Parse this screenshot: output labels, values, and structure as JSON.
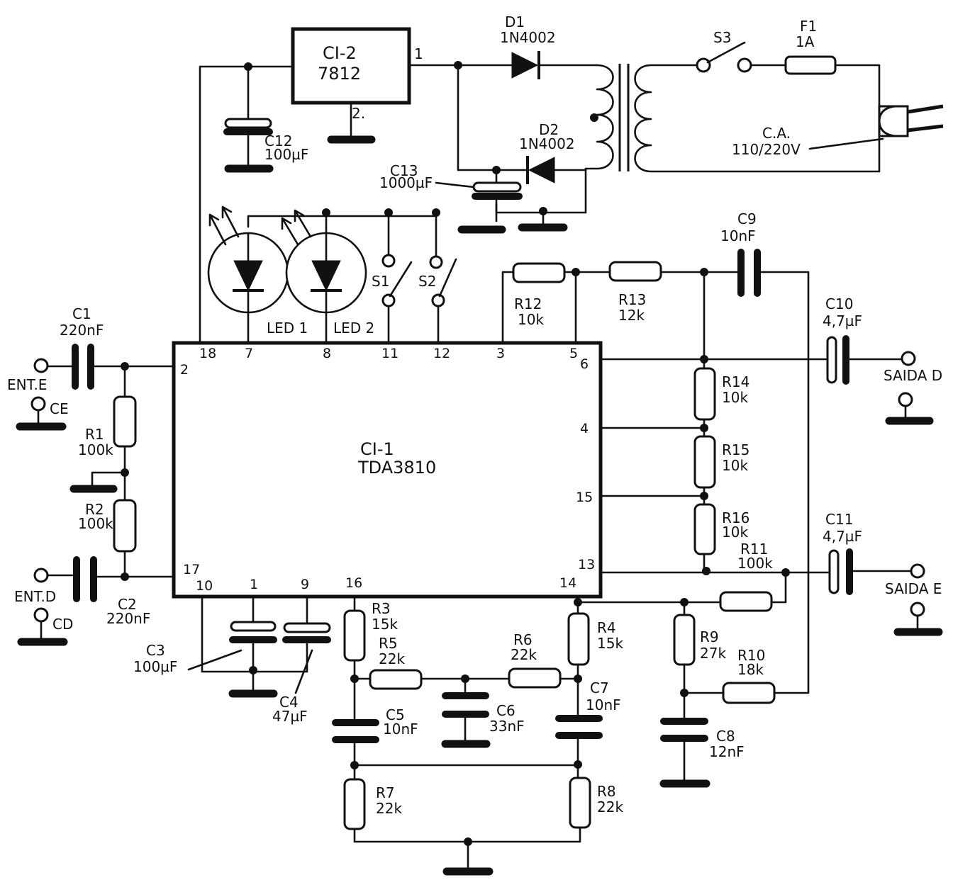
{
  "ic1": {
    "ref": "CI-1",
    "part": "TDA3810",
    "pins": {
      "p18": "18",
      "p7": "7",
      "p8": "8",
      "p11": "11",
      "p12": "12",
      "p3": "3",
      "p5": "5",
      "p2": "2",
      "p6": "6",
      "p4": "4",
      "p15": "15",
      "p13": "13",
      "p17": "17",
      "p10": "10",
      "p1": "1",
      "p9": "9",
      "p16": "16",
      "p14": "14"
    }
  },
  "ic2": {
    "ref": "CI-2",
    "part": "7812",
    "pin1": "1",
    "pin2": "2."
  },
  "diodes": {
    "d1_ref": "D1",
    "d1_part": "1N4002",
    "d2_ref": "D2",
    "d2_part": "1N4002"
  },
  "switches": {
    "s1": "S1",
    "s2": "S2",
    "s3": "S3"
  },
  "fuse": {
    "ref": "F1",
    "value": "1A"
  },
  "mains": {
    "label": "C.A.",
    "value": "110/220V"
  },
  "leds": {
    "led1": "LED 1",
    "led2": "LED 2"
  },
  "capacitors": {
    "c1": {
      "ref": "C1",
      "value": "220nF"
    },
    "c2": {
      "ref": "C2",
      "value": "220nF"
    },
    "c3": {
      "ref": "C3",
      "value": "100µF"
    },
    "c4": {
      "ref": "C4",
      "value": "47µF"
    },
    "c5": {
      "ref": "C5",
      "value": "10nF"
    },
    "c6": {
      "ref": "C6",
      "value": "33nF"
    },
    "c7": {
      "ref": "C7",
      "value": "10nF"
    },
    "c8": {
      "ref": "C8",
      "value": "12nF"
    },
    "c9": {
      "ref": "C9",
      "value": "10nF"
    },
    "c10": {
      "ref": "C10",
      "value": "4,7µF"
    },
    "c11": {
      "ref": "C11",
      "value": "4,7µF"
    },
    "c12": {
      "ref": "C12",
      "value": "100µF"
    },
    "c13": {
      "ref": "C13",
      "value": "1000µF"
    }
  },
  "resistors": {
    "r1": {
      "ref": "R1",
      "value": "100k"
    },
    "r2": {
      "ref": "R2",
      "value": "100k"
    },
    "r3": {
      "ref": "R3",
      "value": "15k"
    },
    "r4": {
      "ref": "R4",
      "value": "15k"
    },
    "r5": {
      "ref": "R5",
      "value": "22k"
    },
    "r6": {
      "ref": "R6",
      "value": "22k"
    },
    "r7": {
      "ref": "R7",
      "value": "22k"
    },
    "r8": {
      "ref": "R8",
      "value": "22k"
    },
    "r9": {
      "ref": "R9",
      "value": "27k"
    },
    "r10": {
      "ref": "R10",
      "value": "18k"
    },
    "r11": {
      "ref": "R11",
      "value": "100k"
    },
    "r12": {
      "ref": "R12",
      "value": "10k"
    },
    "r13": {
      "ref": "R13",
      "value": "12k"
    },
    "r14": {
      "ref": "R14",
      "value": "10k"
    },
    "r15": {
      "ref": "R15",
      "value": "10k"
    },
    "r16": {
      "ref": "R16",
      "value": "10k"
    }
  },
  "terminals": {
    "in_left": "ENT.E",
    "in_right": "ENT.D",
    "gnd_left": "CE",
    "gnd_right": "CD",
    "out_right": "SAIDA D",
    "out_left": "SAIDA E"
  }
}
